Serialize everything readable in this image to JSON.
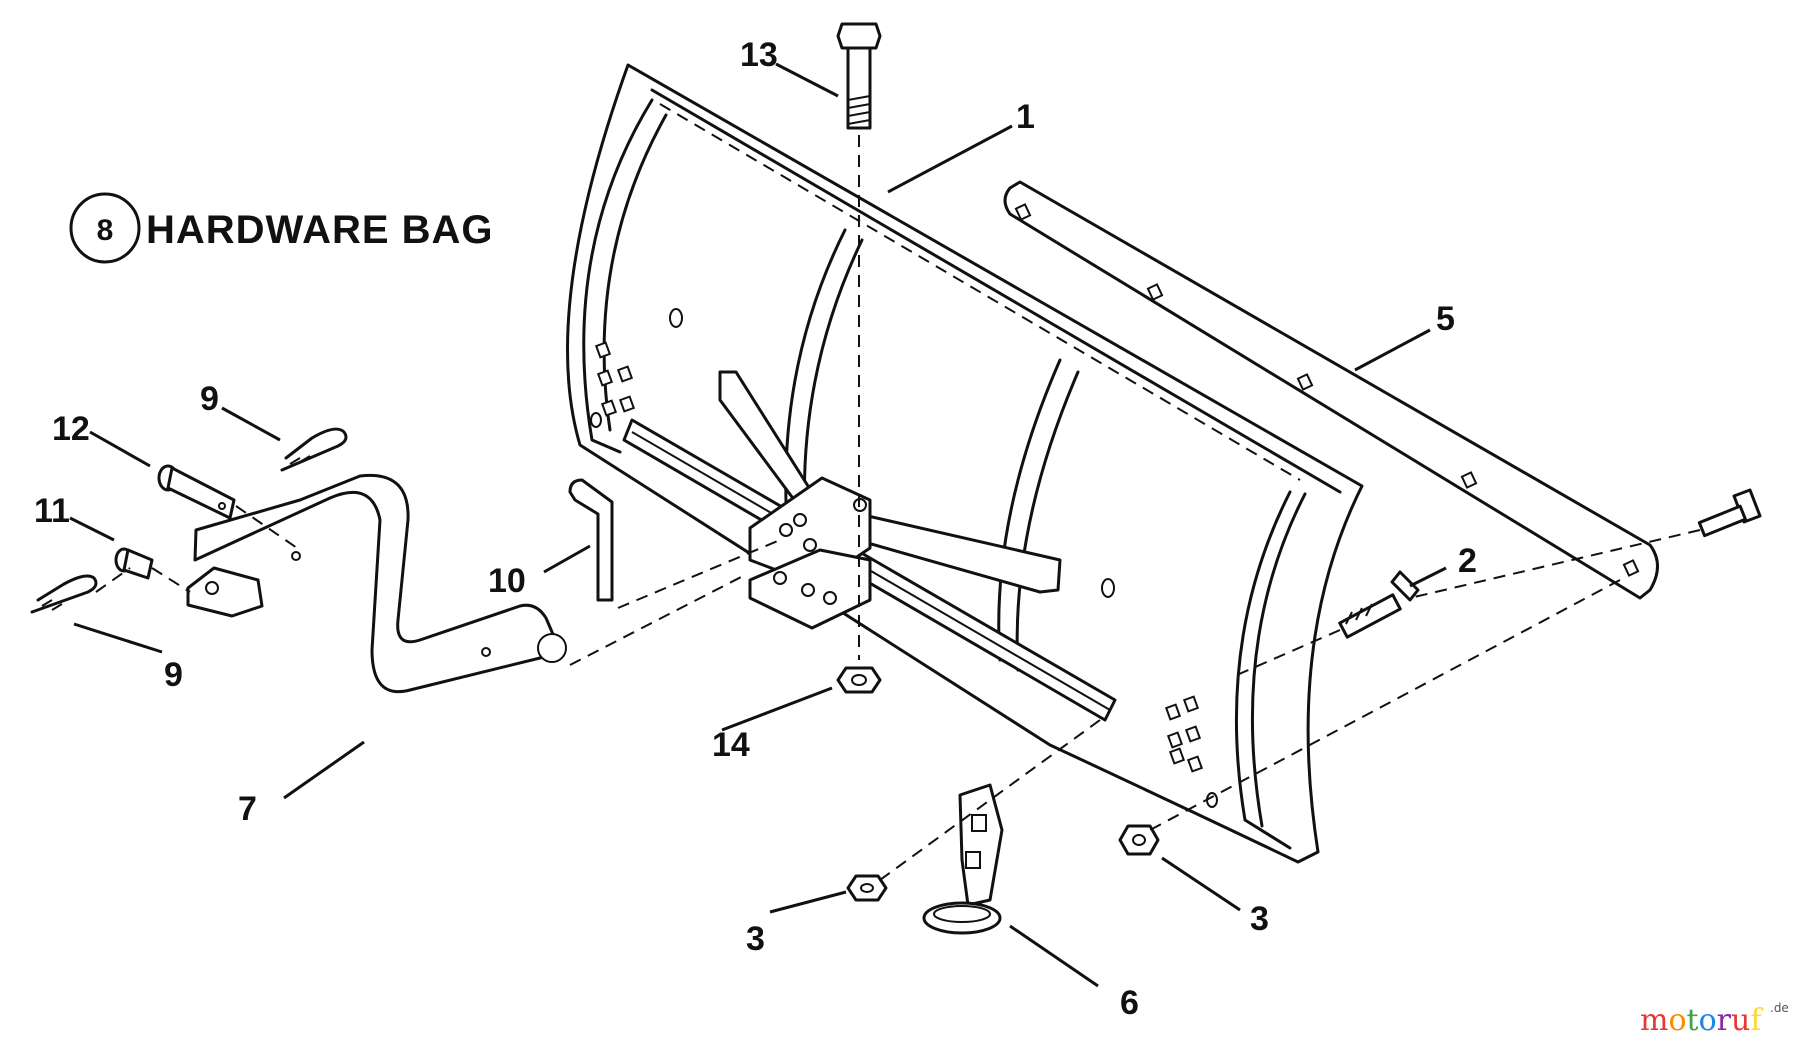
{
  "diagram": {
    "hardware_bag": {
      "number": "8",
      "label": "HARDWARE BAG"
    },
    "part_labels": {
      "p1": "1",
      "p2": "2",
      "p3_left": "3",
      "p3_right": "3",
      "p5": "5",
      "p6": "6",
      "p7": "7",
      "p9_top": "9",
      "p9_bottom": "9",
      "p10": "10",
      "p11": "11",
      "p12": "12",
      "p13": "13",
      "p14": "14"
    },
    "watermark": {
      "brand": "motoruf",
      "suffix": ".de"
    }
  }
}
